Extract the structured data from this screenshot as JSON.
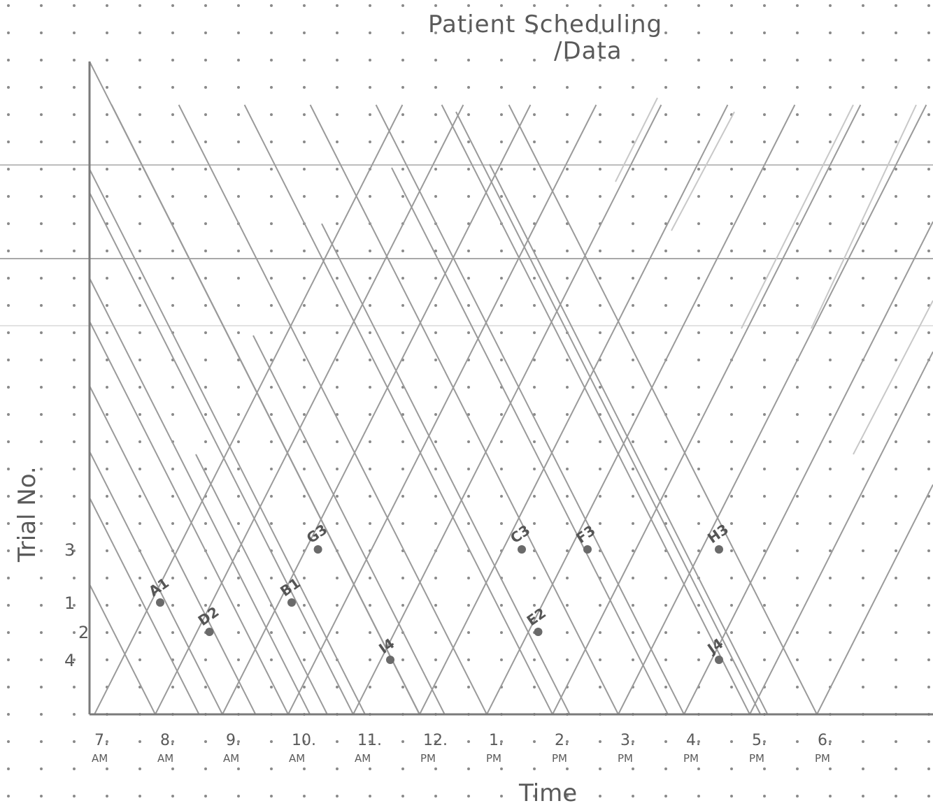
{
  "chart_data": {
    "type": "scatter",
    "title": "Patient Scheduling",
    "subtitle": "/Data",
    "xlabel": "Time",
    "ylabel": "Trial No.",
    "x_ticks": [
      {
        "num": "7",
        "ampm": "AM",
        "value": 7
      },
      {
        "num": "8",
        "ampm": "AM",
        "value": 8
      },
      {
        "num": "9",
        "ampm": "AM",
        "value": 9
      },
      {
        "num": "10",
        "ampm": "AM",
        "value": 10
      },
      {
        "num": "11",
        "ampm": "AM",
        "value": 11
      },
      {
        "num": "12",
        "ampm": "PM",
        "value": 12
      },
      {
        "num": "1",
        "ampm": "PM",
        "value": 13
      },
      {
        "num": "2",
        "ampm": "PM",
        "value": 14
      },
      {
        "num": "3",
        "ampm": "PM",
        "value": 15
      },
      {
        "num": "4",
        "ampm": "PM",
        "value": 16
      },
      {
        "num": "5",
        "ampm": "PM",
        "value": 17
      },
      {
        "num": "6",
        "ampm": "PM",
        "value": 18
      }
    ],
    "y_ticks": [
      {
        "label": "3",
        "value": 3
      },
      {
        "label": "1",
        "value": 1
      },
      {
        "label": "2",
        "value": 2
      },
      {
        "label": "4",
        "value": 4
      }
    ],
    "points": [
      {
        "label": "A1",
        "x": 8.0,
        "trial": 1
      },
      {
        "label": "D2",
        "x": 8.75,
        "trial": 2
      },
      {
        "label": "B1",
        "x": 10.0,
        "trial": 1
      },
      {
        "label": "G3",
        "x": 10.4,
        "trial": 3
      },
      {
        "label": "I4",
        "x": 11.5,
        "trial": 4
      },
      {
        "label": "C3",
        "x": 13.5,
        "trial": 3
      },
      {
        "label": "E2",
        "x": 13.75,
        "trial": 2
      },
      {
        "label": "F3",
        "x": 14.5,
        "trial": 3
      },
      {
        "label": "H3",
        "x": 16.5,
        "trial": 3
      },
      {
        "label": "J4",
        "x": 16.5,
        "trial": 4
      }
    ],
    "grid": true,
    "colors": {
      "ink": "#6e6e6e",
      "line": "#9a9a9a",
      "dot": "#8a8a8a",
      "point": "#6a6a6a"
    }
  }
}
